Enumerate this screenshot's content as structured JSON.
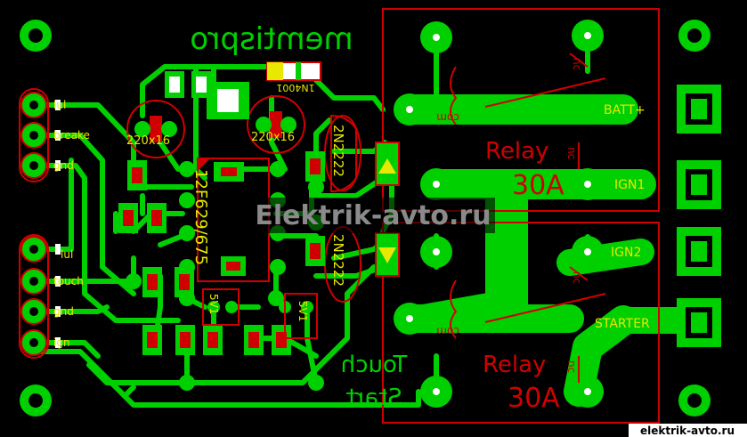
{
  "board": {
    "title": "memtispro",
    "watermark": "Elektrik-avto.ru",
    "footer_url": "elektrik-avto.ru",
    "touch_start_line1": "Touch",
    "touch_start_line2": "Start"
  },
  "colors": {
    "background": "#000000",
    "copper": "#00d000",
    "silkscreen": "#e8e800",
    "outline_red": "#d00000",
    "pad_white": "#ffffff"
  },
  "connector_labels": [
    "lul",
    "breake",
    "gnd",
    "lul",
    "touch",
    "gnd",
    "ign"
  ],
  "terminal_labels": [
    "BATT+",
    "IGN1",
    "IGN2",
    "STARTER"
  ],
  "relays": [
    {
      "name": "Relay",
      "rating": "30A",
      "pin_nc": "nc",
      "pin_com": "com"
    },
    {
      "name": "Relay",
      "rating": "30A",
      "pin_nc": "nc",
      "pin_com": "com"
    }
  ],
  "components": {
    "mcu": "12F629/675",
    "cap1": "220x16",
    "cap2": "220x16",
    "transistor1": "2N2222",
    "transistor2": "2N2222",
    "diode": "1N4001",
    "zener": "5V1",
    "zener2": "5V1"
  }
}
